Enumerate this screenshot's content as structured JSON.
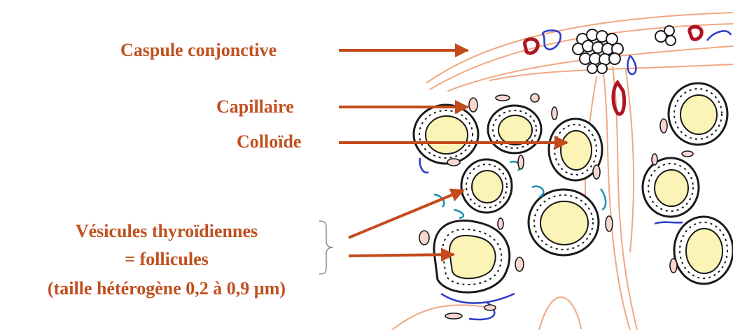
{
  "labels": {
    "capsule": "Caspule conjonctive",
    "capillary": "Capillaire",
    "colloid": "Colloïde",
    "vesicles_line1": "Vésicules thyroïdiennes",
    "vesicles_line2": "= follicules",
    "vesicles_line3": "(taille hétérogène 0,2 à 0,9 µm)"
  },
  "colors": {
    "label_text": "#c0501f",
    "arrow": "#c44a1c",
    "connective_tissue": "#f0a880",
    "follicle_outline": "#1a1a1a",
    "colloid_fill": "#fbf4b6",
    "capillary_red": "#b01424",
    "vessel_blue": "#2b3cc8",
    "vessel_teal": "#1f8fb0",
    "brace": "#8a8a8a"
  }
}
